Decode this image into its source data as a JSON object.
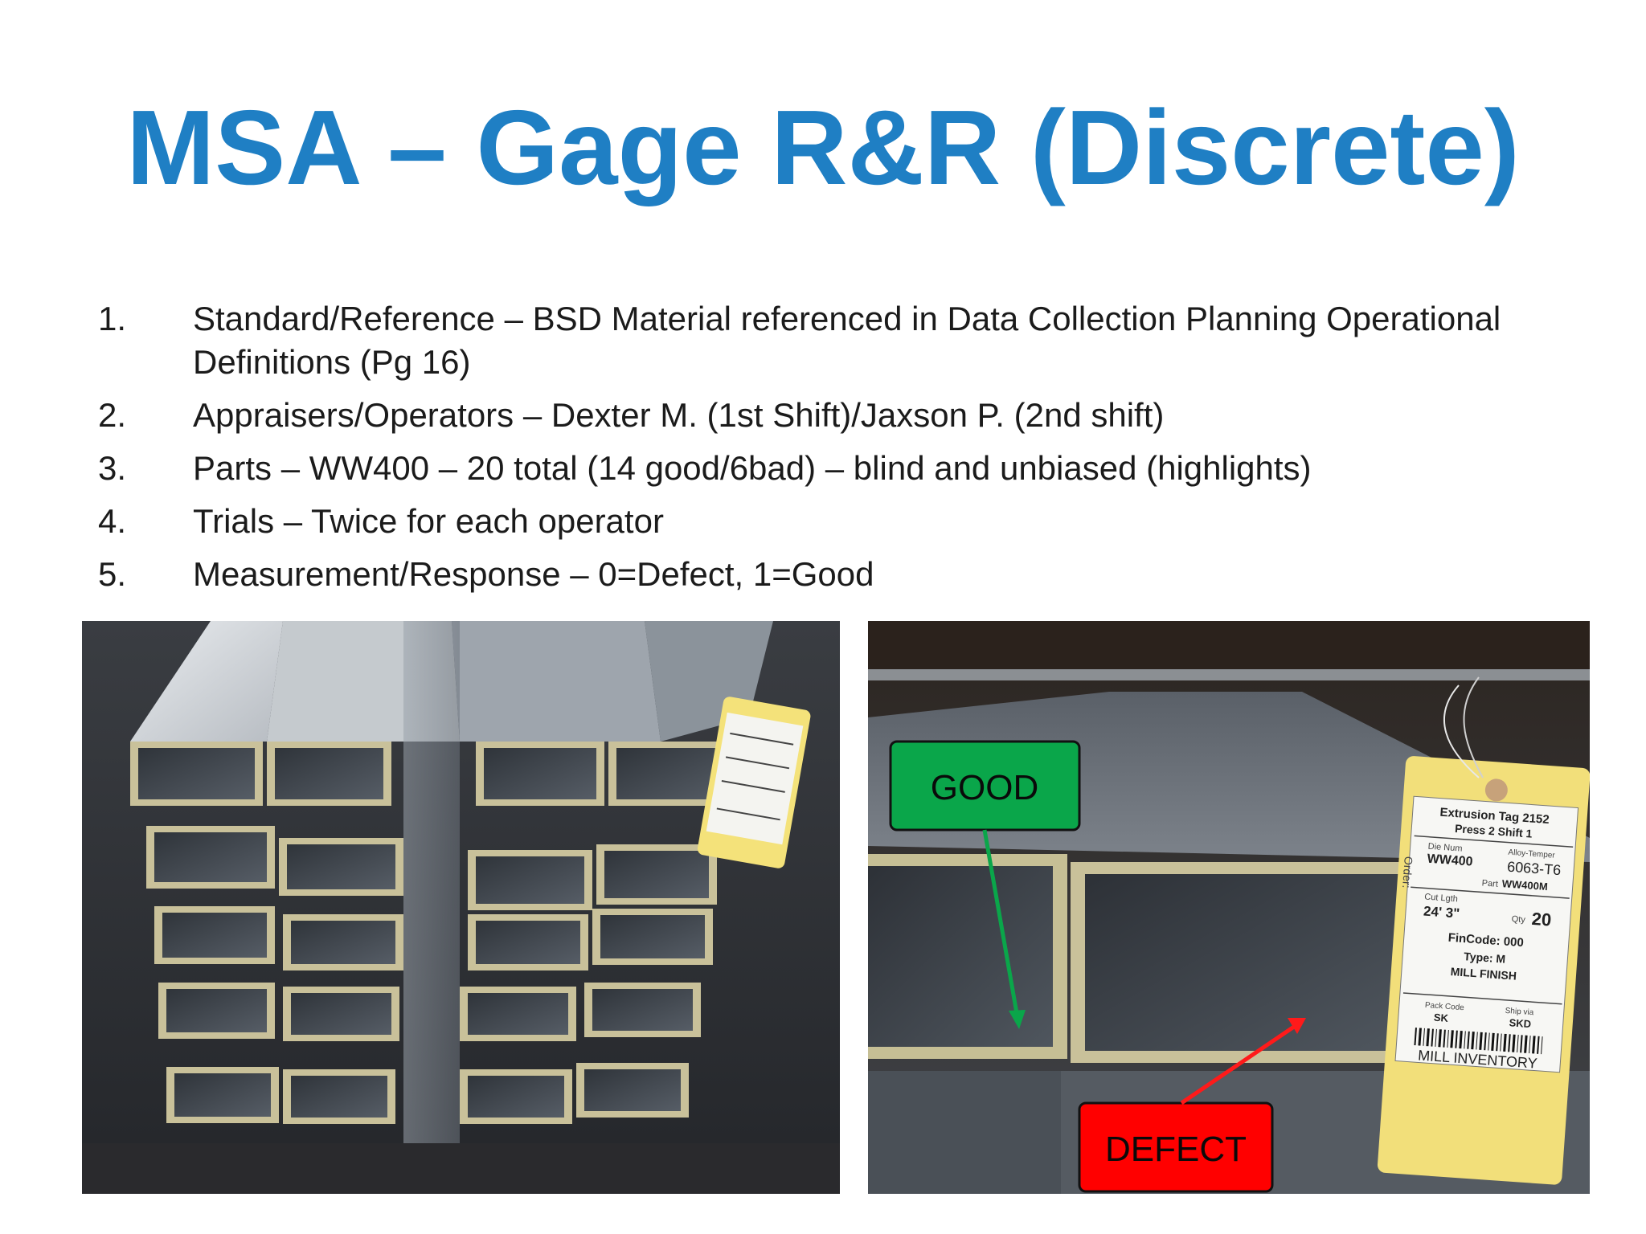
{
  "slide": {
    "title": "MSA – Gage R&R (Discrete)",
    "items": [
      {
        "num": "1.",
        "text": "Standard/Reference – BSD Material referenced in Data Collection Planning Operational Definitions (Pg 16)"
      },
      {
        "num": "2.",
        "text": "Appraisers/Operators – Dexter M. (1st Shift)/Jaxson P. (2nd shift)"
      },
      {
        "num": "3.",
        "text": "Parts – WW400 – 20 total (14 good/6bad) – blind and unbiased (highlights)"
      },
      {
        "num": "4.",
        "text": "Trials – Twice for each operator"
      },
      {
        "num": "5.",
        "text": "Measurement/Response – 0=Defect, 1=Good"
      }
    ]
  },
  "photo_right": {
    "good_label": "GOOD",
    "defect_label": "DEFECT",
    "good_color": "#0aa64a",
    "defect_color": "#ff0000",
    "tag": {
      "line1": "Extrusion Tag 2152",
      "line2": "Press 2  Shift  1",
      "die_label": "Die Num",
      "die_value": "WW400",
      "alloy_label": "Alloy-Temper",
      "alloy_value": "6063-T6",
      "part_label": "Part",
      "part_value": "WW400M",
      "cut_label": "Cut Lgth",
      "cut_value": "24' 3\"",
      "qty_label": "Qty",
      "qty_value": "20",
      "fincode": "FinCode: 000",
      "type": "Type: M",
      "finish": "MILL FINISH",
      "pack_label": "Pack Code",
      "pack_value": "SK",
      "ship_label": "Ship via",
      "ship_value": "SKD",
      "footer": "MILL INVENTORY",
      "order_label": "Order:"
    }
  }
}
